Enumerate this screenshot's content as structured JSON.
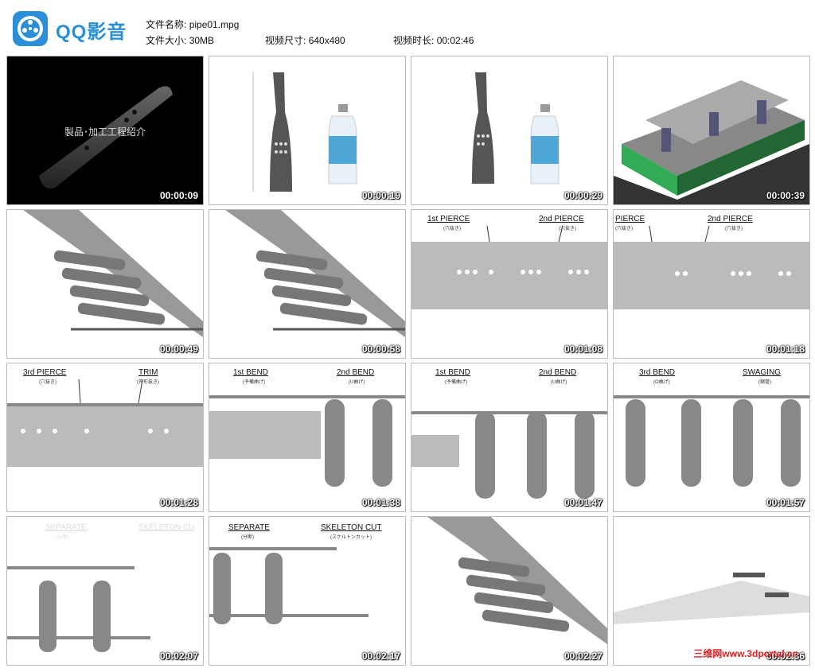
{
  "header": {
    "logo_text": "QQ影音",
    "filename_label": "文件名称:",
    "filename": "pipe01.mpg",
    "filesize_label": "文件大小:",
    "filesize": "30MB",
    "dimensions_label": "视频尺寸:",
    "dimensions": "640x480",
    "duration_label": "视频时长:",
    "duration": "00:02:46"
  },
  "thumbnails": [
    {
      "time": "00:00:09",
      "title": "製品･加工工程紹介"
    },
    {
      "time": "00:00:19"
    },
    {
      "time": "00:00:29"
    },
    {
      "time": "00:00:39"
    },
    {
      "time": "00:00:49"
    },
    {
      "time": "00:00:58"
    },
    {
      "time": "00:01:08",
      "left_label": "1st PIERCE",
      "left_sub": "(穴抜き)",
      "right_label": "2nd PIERCE",
      "right_sub": "(穴抜き)"
    },
    {
      "time": "00:01:18",
      "left_label": "PIERCE",
      "left_sub": "(穴抜き)",
      "right_label": "2nd PIERCE",
      "right_sub": "(穴抜き)"
    },
    {
      "time": "00:01:28",
      "left_label": "3rd PIERCE",
      "left_sub": "(穴抜き)",
      "right_label": "TRIM",
      "right_sub": "(外形抜き)"
    },
    {
      "time": "00:01:38",
      "left_label": "1st BEND",
      "left_sub": "(予備曲げ)",
      "right_label": "2nd BEND",
      "right_sub": "(U曲げ)"
    },
    {
      "time": "00:01:47",
      "left_label": "1st BEND",
      "left_sub": "(予備曲げ)",
      "right_label": "2nd BEND",
      "right_sub": "(U曲げ)"
    },
    {
      "time": "00:01:57",
      "left_label": "3rd BEND",
      "left_sub": "(O曲げ)",
      "right_label": "SWAGING",
      "right_sub": "(縮管)"
    },
    {
      "time": "00:02:07",
      "left_label": "SEPARATE",
      "left_sub": "(分断)",
      "right_label": "SKELETON CU"
    },
    {
      "time": "00:02:17",
      "left_label": "SEPARATE",
      "left_sub": "(分断)",
      "right_label": "SKELETON CUT",
      "right_sub": "(スケルトンカット)"
    },
    {
      "time": "00:02:27"
    },
    {
      "time": "00:02:36"
    }
  ],
  "watermark": "三维网www.3dportal.cn",
  "colors": {
    "accent": "#2b8fd8",
    "watermark": "#e02020"
  }
}
